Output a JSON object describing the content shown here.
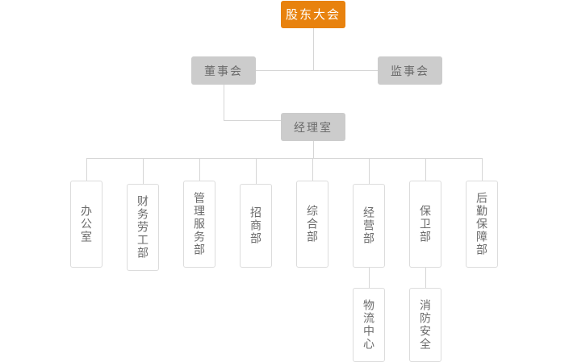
{
  "chart": {
    "type": "org-chart",
    "title": "",
    "colors": {
      "root_fill": "#e8820e",
      "root_text": "#ffffff",
      "level_fill": "#cccccc",
      "level_text": "#6b6b6b",
      "dept_fill": "#ffffff",
      "dept_border": "#dcdcdc",
      "dept_text": "#6b6b6b",
      "connector": "#d6d6d6",
      "background": "#ffffff"
    },
    "levels": {
      "root": {
        "label": "股东大会"
      },
      "second": [
        {
          "label": "董事会"
        },
        {
          "label": "监事会"
        }
      ],
      "third": [
        {
          "label": "经理室"
        }
      ],
      "departments": [
        {
          "label": "办公室"
        },
        {
          "label": "财务劳工部"
        },
        {
          "label": "管理服务部"
        },
        {
          "label": "招商部"
        },
        {
          "label": "综合部"
        },
        {
          "label": "经营部"
        },
        {
          "label": "保卫部"
        },
        {
          "label": "后勤保障部"
        }
      ],
      "sub_departments": [
        {
          "label": "物流中心",
          "parent": "经营部"
        },
        {
          "label": "消防安全",
          "parent": "保卫部"
        }
      ]
    }
  }
}
